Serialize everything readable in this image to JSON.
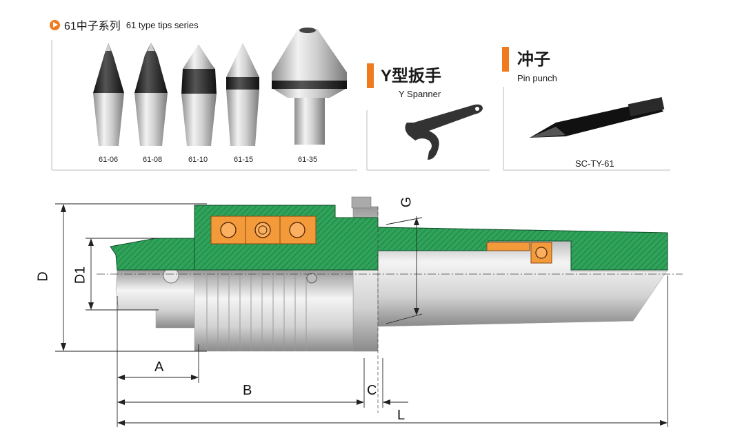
{
  "series": {
    "zh": "61中子系列",
    "en": "61 type tips series"
  },
  "tips": [
    "61-06",
    "61-08",
    "61-10",
    "61-15",
    "61-35"
  ],
  "spanner": {
    "zh": "Y型扳手",
    "en": "Y Spanner"
  },
  "punch": {
    "zh": "冲子",
    "en": "Pin punch",
    "model": "SC-TY-61"
  },
  "dimensions": {
    "D": "D",
    "D1": "D1",
    "A": "A",
    "B": "B",
    "C": "C",
    "L": "L",
    "G": "G"
  },
  "colors": {
    "accent": "#f07a1e",
    "section": "#2fa35a",
    "bearing": "#f39a3a",
    "steel": "#c8c8c8"
  }
}
